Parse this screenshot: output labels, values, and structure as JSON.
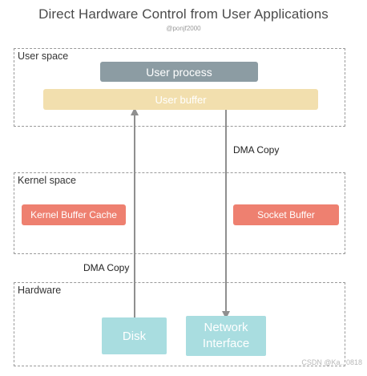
{
  "title": "Direct Hardware Control from User Applications",
  "subtitle": "@ponjf2000",
  "sections": {
    "user_space": "User space",
    "kernel_space": "Kernel space",
    "hardware": "Hardware"
  },
  "boxes": {
    "user_process": "User process",
    "user_buffer": "User buffer",
    "kernel_buffer_cache": "Kernel Buffer Cache",
    "socket_buffer": "Socket Buffer",
    "disk": "Disk",
    "network_interface_line1": "Network",
    "network_interface_line2": "Interface"
  },
  "labels": {
    "dma_copy_right": "DMA Copy",
    "dma_copy_left": "DMA Copy"
  },
  "watermark": "CSDN @Ka...0818",
  "colors": {
    "user_process": "#8c9ca3",
    "user_buffer": "#f2dfae",
    "kernel_boxes": "#ee8070",
    "hardware_boxes": "#a9dde0",
    "arrows": "#8f8f8f"
  }
}
